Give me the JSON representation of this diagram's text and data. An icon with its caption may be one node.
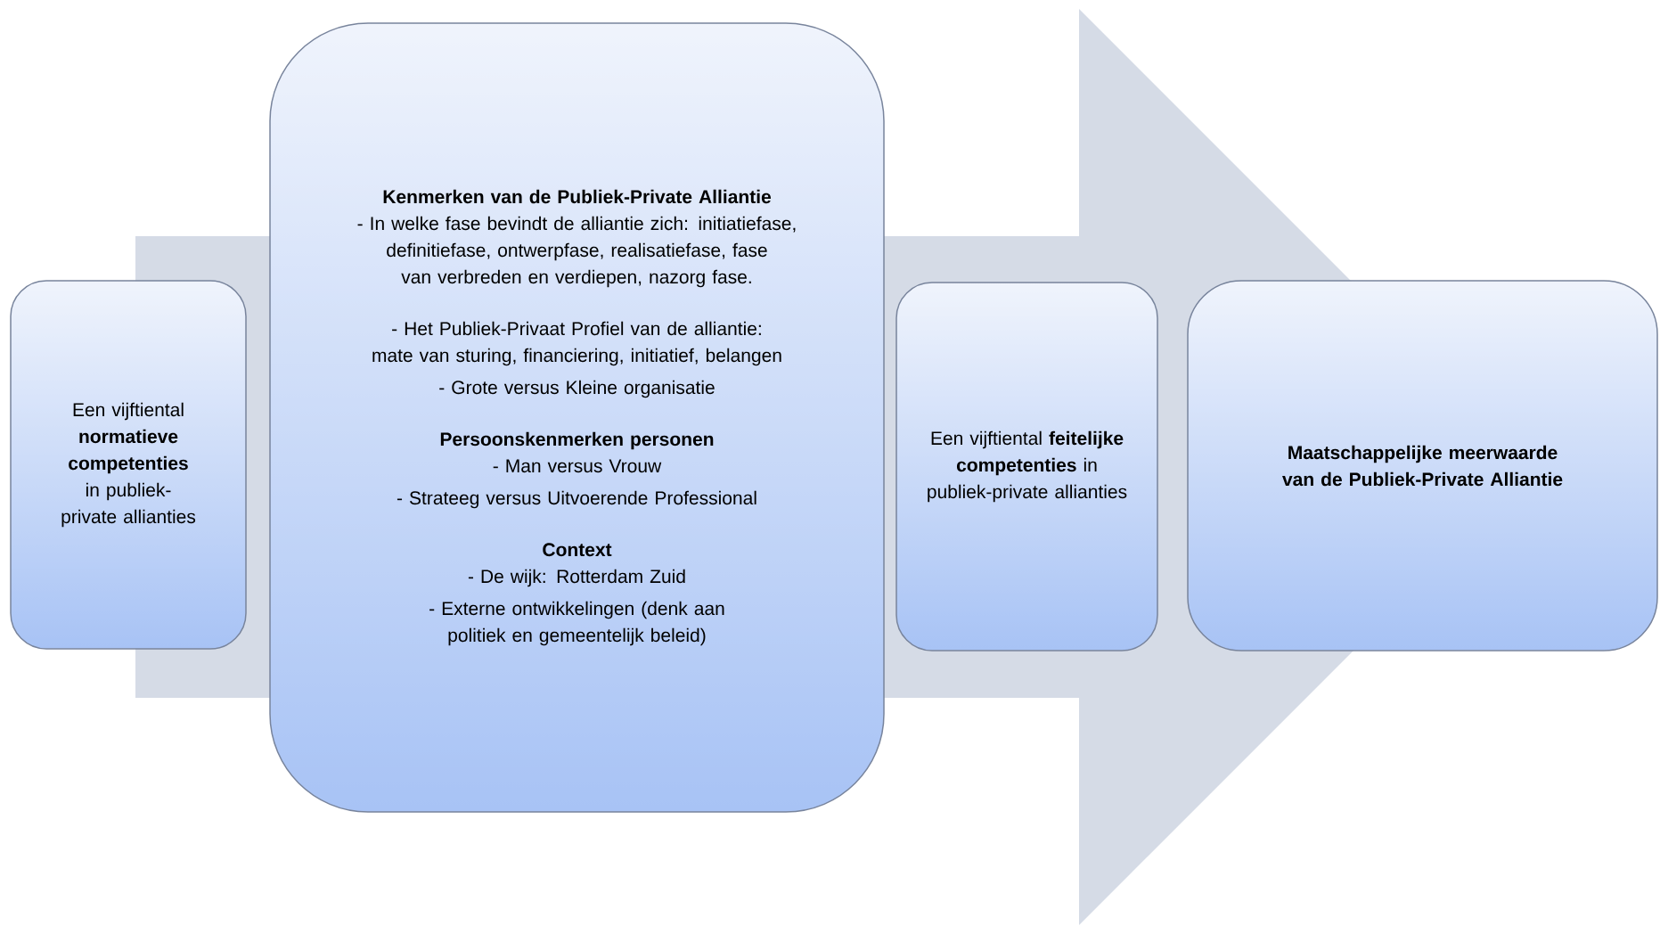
{
  "diagram": {
    "nodes": [
      {
        "text": [
          "Een vijftiental **normatieve competenties** in publiek-private allianties"
        ]
      },
      {
        "text": [
          "Kenmerken van de Publiek-Private Alliantie",
          "- In welke fase bevindt de alliantie zich: initiatiefase, definitiefase, ontwerpfase, realisatiefase, fase van verbreden en verdiepen, nazorg fase.",
          "- Het Publiek-Privaat Profiel van de alliantie: mate van sturing, financiering, initiatief, belangen",
          "- Grote versus Kleine organisatie",
          "Persoonskenmerken personen",
          "- Man versus Vrouw",
          "- Strateeg versus Uitvoerende Professional",
          "Context",
          "- De wijk: Rotterdam Zuid",
          "- Externe ontwikkelingen (denk aan politiek en gemeentelijk beleid)"
        ]
      },
      {
        "text": [
          "Een vijftiental **feitelijke competenties** in publiek-private allianties"
        ]
      },
      {
        "text": [
          "Maatschappelijke meerwaarde van de Publiek-Private Alliantie"
        ]
      }
    ],
    "edges": [
      {
        "from": 0,
        "to": 3,
        "arrow": "to"
      }
    ]
  }
}
